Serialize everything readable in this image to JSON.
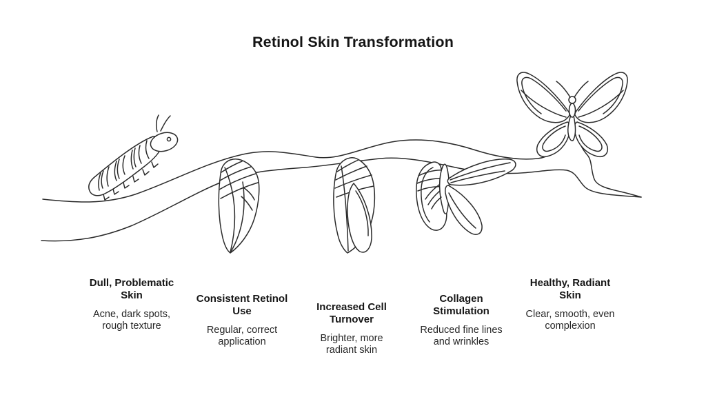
{
  "title": "Retinol Skin Transformation",
  "colors": {
    "background": "#ffffff",
    "line_art": "#2a2a2a",
    "heading_text": "#161616",
    "body_text": "#262626"
  },
  "illustration": {
    "description": "black line-art butterfly metamorphosis on a branch",
    "figures": [
      "caterpillar-icon",
      "chrysalis-early-icon",
      "chrysalis-late-icon",
      "emerging-butterfly-icon",
      "butterfly-icon",
      "branch-icon"
    ]
  },
  "stages": [
    {
      "heading": "Dull, Problematic\nSkin",
      "body": "Acne, dark spots,\nrough texture"
    },
    {
      "heading": "Consistent Retinol\nUse",
      "body": "Regular, correct\napplication"
    },
    {
      "heading": "Increased Cell\nTurnover",
      "body": "Brighter, more\nradiant skin"
    },
    {
      "heading": "Collagen\nStimulation",
      "body": "Reduced fine lines\nand wrinkles"
    },
    {
      "heading": "Healthy, Radiant\nSkin",
      "body": "Clear, smooth, even\ncomplexion"
    }
  ]
}
